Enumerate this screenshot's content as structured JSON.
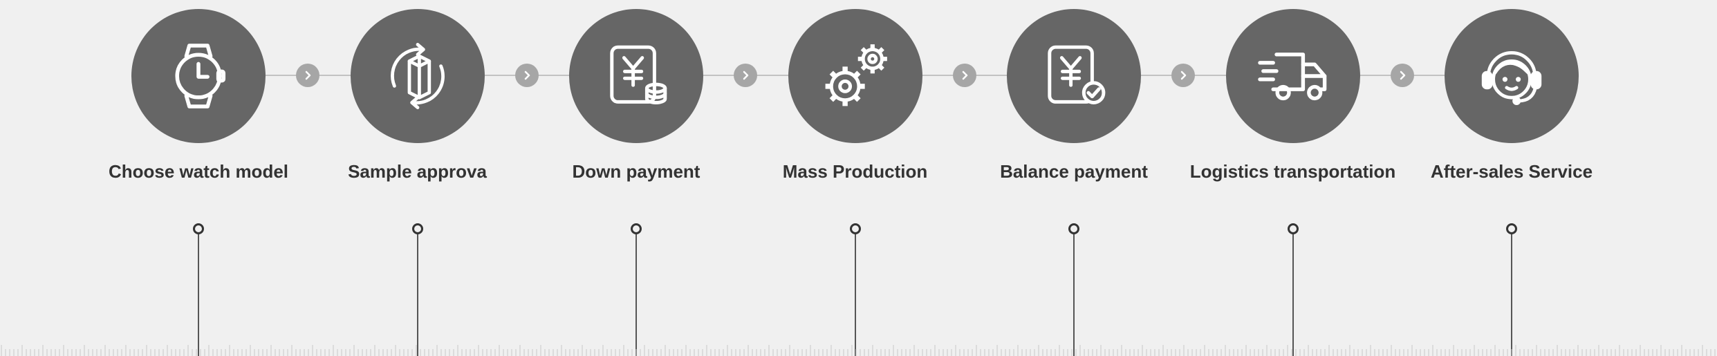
{
  "process": {
    "steps": [
      {
        "label": "Choose watch model",
        "icon": "watch-icon"
      },
      {
        "label": "Sample approva",
        "icon": "cube-rotate-icon"
      },
      {
        "label": "Down payment",
        "icon": "yuan-coins-icon"
      },
      {
        "label": "Mass Production",
        "icon": "gears-icon"
      },
      {
        "label": "Balance payment",
        "icon": "yuan-check-icon"
      },
      {
        "label": "Logistics transportation",
        "icon": "truck-icon"
      },
      {
        "label": "After-sales Service",
        "icon": "headset-agent-icon"
      }
    ],
    "separator_icon": "chevron-right-icon"
  },
  "colors": {
    "background": "#f0f0f0",
    "circle": "#666666",
    "arrow_dot": "#a6a6a6",
    "connector": "#c2c2c2",
    "label": "#333333",
    "timeline": "#555555",
    "ruler_tick": "#c8c8c8"
  }
}
